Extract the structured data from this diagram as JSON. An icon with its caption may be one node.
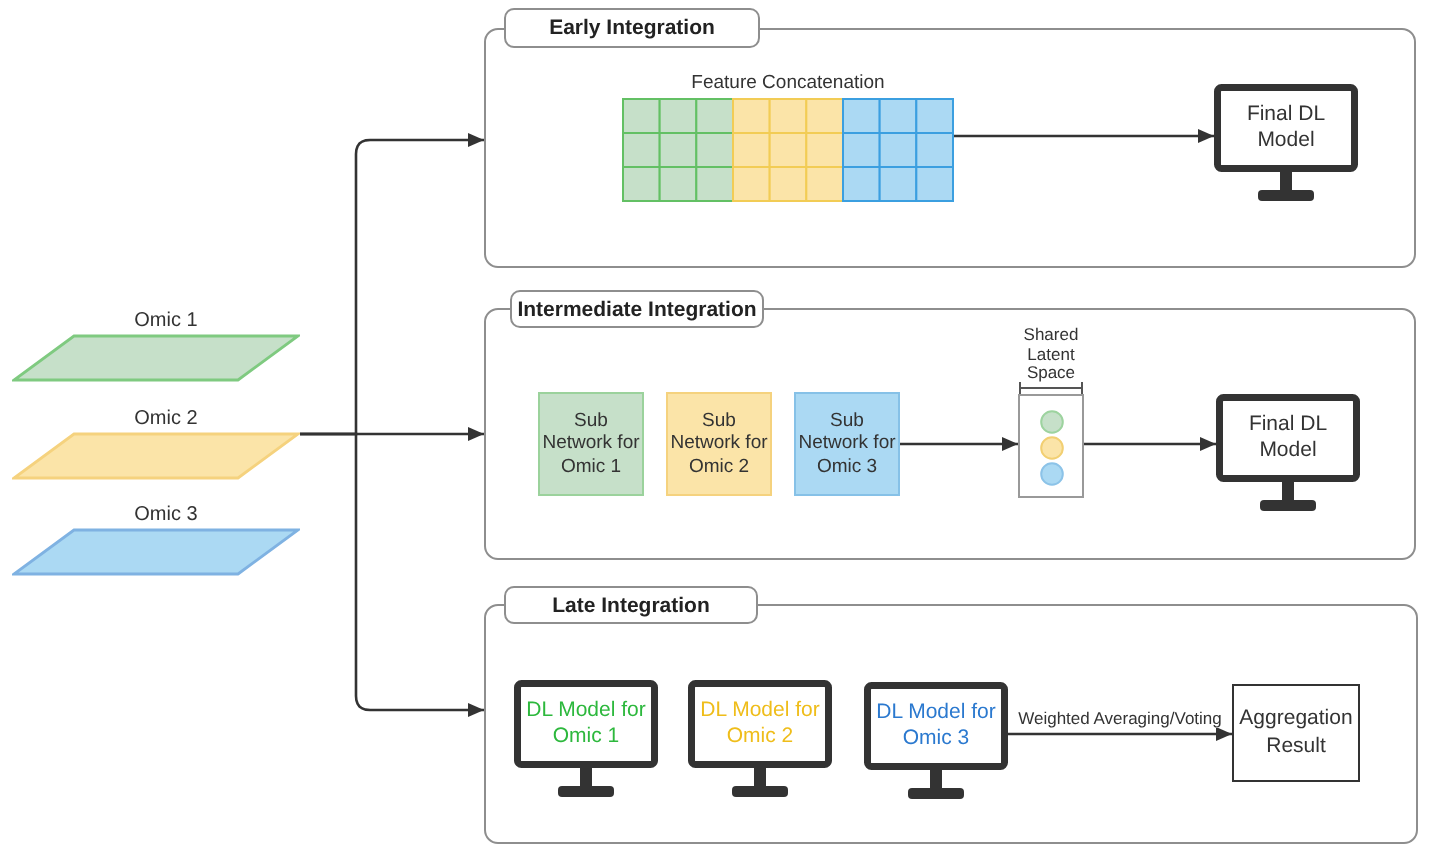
{
  "diagram": {
    "nodes": [
      {
        "text": [
          "Omic 1"
        ]
      },
      {
        "text": [
          "Omic 2"
        ]
      },
      {
        "text": [
          "Omic 3"
        ]
      },
      {
        "text": [
          "Early Integration"
        ]
      },
      {
        "text": [
          "Feature Concatenation"
        ],
        "in": 3
      },
      {
        "text": [
          "Final DL Model"
        ],
        "in": 3
      },
      {
        "text": [
          "Intermediate Integration"
        ]
      },
      {
        "text": [
          "Sub Network for Omic 1"
        ],
        "in": 6
      },
      {
        "text": [
          "Sub Network for Omic 2"
        ],
        "in": 6
      },
      {
        "text": [
          "Sub Network for Omic 3"
        ],
        "in": 6
      },
      {
        "text": [
          "Shared Latent Space"
        ],
        "in": 6
      },
      {
        "text": [
          "Final DL Model"
        ],
        "in": 6
      },
      {
        "text": [
          "Late Integration"
        ]
      },
      {
        "text": [
          "DL Model for Omic 1"
        ],
        "in": 12
      },
      {
        "text": [
          "DL Model for Omic 2"
        ],
        "in": 12
      },
      {
        "text": [
          "DL Model for Omic 3"
        ],
        "in": 12
      },
      {
        "text": [
          "Aggregation Result"
        ],
        "in": 12
      }
    ],
    "edges": [
      {
        "from": 1,
        "to": 3,
        "arrow": "to"
      },
      {
        "from": 1,
        "to": 6,
        "arrow": "to"
      },
      {
        "from": 1,
        "to": 12,
        "arrow": "to"
      },
      {
        "from": 4,
        "to": 5,
        "arrow": "to"
      },
      {
        "from": 9,
        "to": 10,
        "arrow": "to"
      },
      {
        "from": 10,
        "to": 11,
        "arrow": "to"
      },
      {
        "from": 15,
        "to": 16,
        "arrow": "to",
        "label": "Weighted Averaging/Voting"
      }
    ]
  }
}
